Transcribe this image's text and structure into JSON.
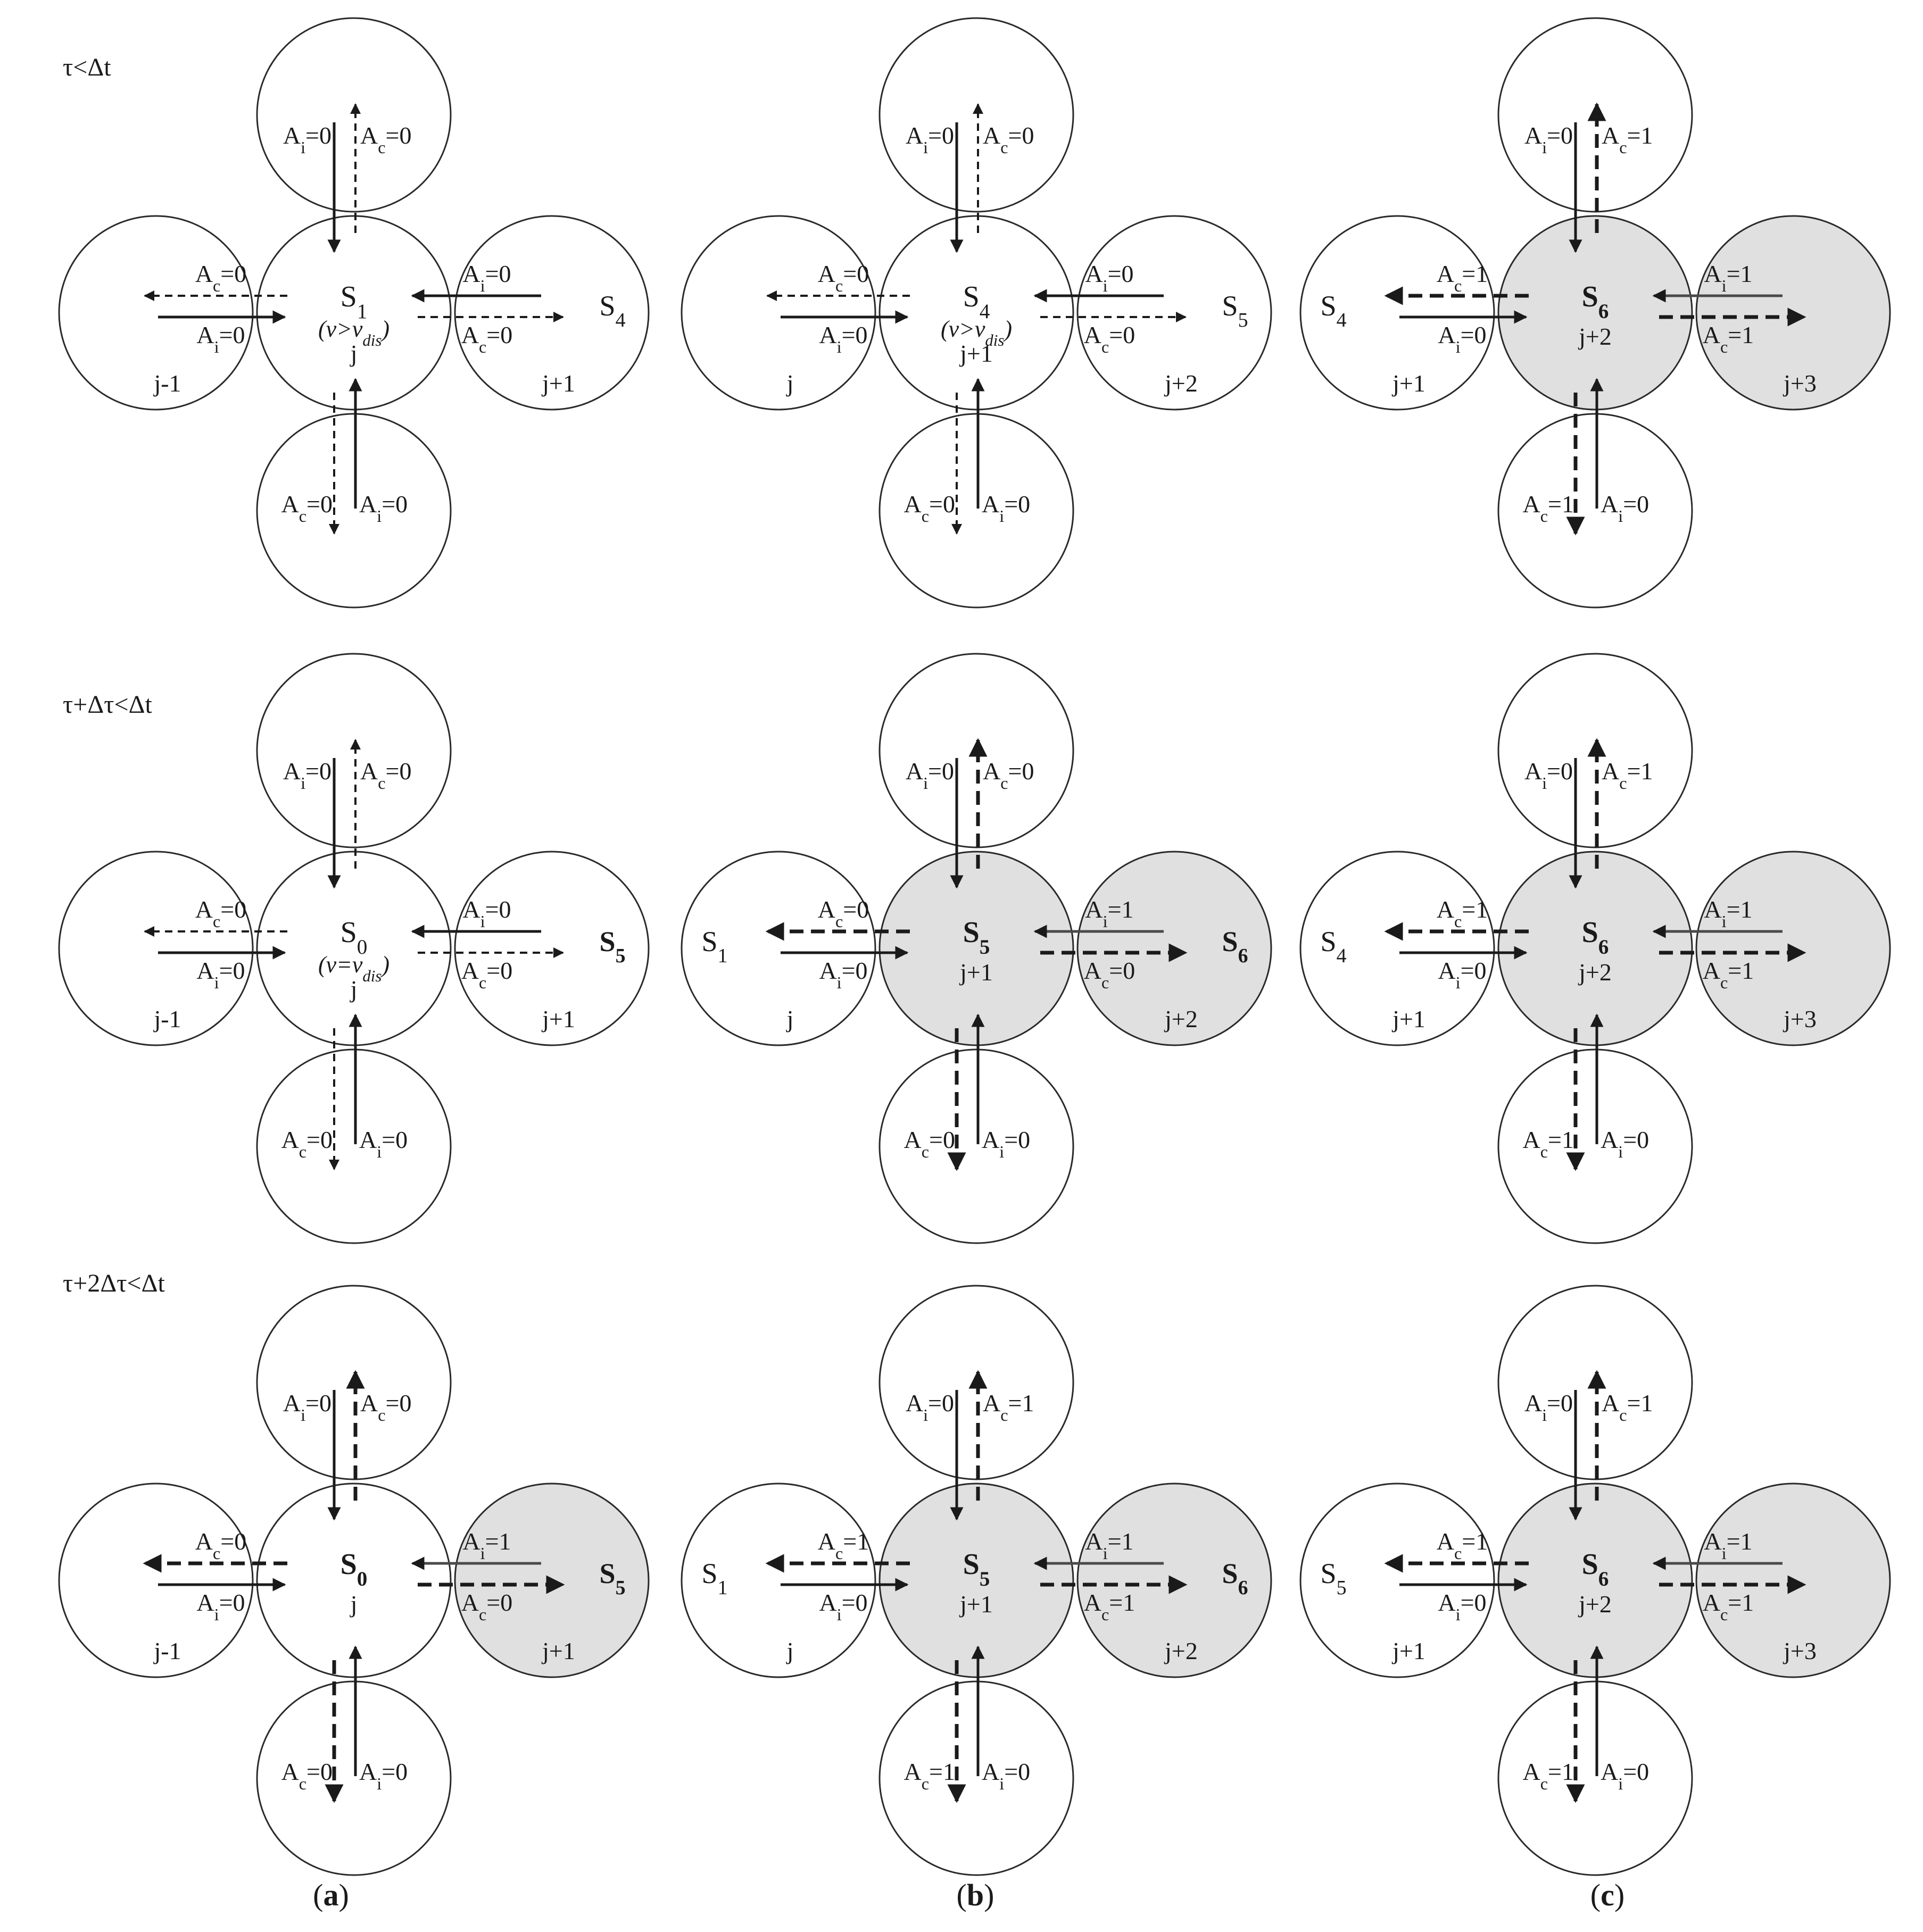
{
  "row_conditions": [
    "τ<Δt",
    "τ+Δτ<Δt",
    "τ+2Δτ<Δt"
  ],
  "panel_labels": [
    {
      "letter": "a",
      "text": "(a)"
    },
    {
      "letter": "b",
      "text": "(b)"
    },
    {
      "letter": "c",
      "text": "(c)"
    }
  ],
  "colors": {
    "shaded_cell": "#e0e0e0",
    "line": "#1a1a1a"
  },
  "cells": [
    {
      "row": 0,
      "col": 0,
      "center_state": "S1",
      "center_bold": false,
      "velocity": "(v>vdis)",
      "center_shaded": false,
      "right_shaded": false,
      "idx_center": "j",
      "idx_left": "j-1",
      "idx_right": "j+1",
      "left_state": "",
      "right_state": "S4",
      "right_state_bold": false,
      "top_Ai": "Ai=0",
      "top_Ac": "Ac=0",
      "left_Ac": "Ac=0",
      "left_Ai": "Ai=0",
      "right_Ai": "Ai=0",
      "right_Ac": "Ac=0",
      "bottom_Ac": "Ac=0",
      "bottom_Ai": "Ai=0",
      "dash_weight": "thin"
    },
    {
      "row": 0,
      "col": 1,
      "center_state": "S4",
      "center_bold": false,
      "velocity": "(v>vdis)",
      "center_shaded": false,
      "right_shaded": false,
      "idx_center": "j+1",
      "idx_left": "j",
      "idx_right": "j+2",
      "left_state": "",
      "right_state": "S5",
      "right_state_bold": false,
      "top_Ai": "Ai=0",
      "top_Ac": "Ac=0",
      "left_Ac": "Ac=0",
      "left_Ai": "Ai=0",
      "right_Ai": "Ai=0",
      "right_Ac": "Ac=0",
      "bottom_Ac": "Ac=0",
      "bottom_Ai": "Ai=0",
      "dash_weight": "thin"
    },
    {
      "row": 0,
      "col": 2,
      "center_state": "S6",
      "center_bold": true,
      "velocity": "",
      "center_shaded": true,
      "right_shaded": true,
      "idx_center": "j+2",
      "idx_left": "j+1",
      "idx_right": "j+3",
      "left_state": "S4",
      "right_state": "",
      "right_state_bold": false,
      "top_Ai": "Ai=0",
      "top_Ac": "Ac=1",
      "left_Ac": "Ac=1",
      "left_Ai": "Ai=0",
      "right_Ai": "Ai=1",
      "right_Ac": "Ac=1",
      "bottom_Ac": "Ac=1",
      "bottom_Ai": "Ai=0",
      "dash_weight": "thick"
    },
    {
      "row": 1,
      "col": 0,
      "center_state": "S0",
      "center_bold": false,
      "velocity": "(v=vdis)",
      "center_shaded": false,
      "right_shaded": false,
      "idx_center": "j",
      "idx_left": "j-1",
      "idx_right": "j+1",
      "left_state": "",
      "right_state": "S5",
      "right_state_bold": true,
      "top_Ai": "Ai=0",
      "top_Ac": "Ac=0",
      "left_Ac": "Ac=0",
      "left_Ai": "Ai=0",
      "right_Ai": "Ai=0",
      "right_Ac": "Ac=0",
      "bottom_Ac": "Ac=0",
      "bottom_Ai": "Ai=0",
      "dash_weight": "thin"
    },
    {
      "row": 1,
      "col": 1,
      "center_state": "S5",
      "center_bold": true,
      "velocity": "",
      "center_shaded": true,
      "right_shaded": true,
      "idx_center": "j+1",
      "idx_left": "j",
      "idx_right": "j+2",
      "left_state": "S1",
      "right_state": "S6",
      "right_state_bold": true,
      "top_Ai": "Ai=0",
      "top_Ac": "Ac=0",
      "left_Ac": "Ac=0",
      "left_Ai": "Ai=0",
      "right_Ai": "Ai=1",
      "right_Ac": "Ac=0",
      "bottom_Ac": "Ac=0",
      "bottom_Ai": "Ai=0",
      "dash_weight": "thick"
    },
    {
      "row": 1,
      "col": 2,
      "center_state": "S6",
      "center_bold": true,
      "velocity": "",
      "center_shaded": true,
      "right_shaded": true,
      "idx_center": "j+2",
      "idx_left": "j+1",
      "idx_right": "j+3",
      "left_state": "S4",
      "right_state": "",
      "right_state_bold": false,
      "top_Ai": "Ai=0",
      "top_Ac": "Ac=1",
      "left_Ac": "Ac=1",
      "left_Ai": "Ai=0",
      "right_Ai": "Ai=1",
      "right_Ac": "Ac=1",
      "bottom_Ac": "Ac=1",
      "bottom_Ai": "Ai=0",
      "dash_weight": "thick"
    },
    {
      "row": 2,
      "col": 0,
      "center_state": "S0",
      "center_bold": true,
      "velocity": "",
      "center_shaded": false,
      "right_shaded": true,
      "idx_center": "j",
      "idx_left": "j-1",
      "idx_right": "j+1",
      "left_state": "",
      "right_state": "S5",
      "right_state_bold": true,
      "top_Ai": "Ai=0",
      "top_Ac": "Ac=0",
      "left_Ac": "Ac=0",
      "left_Ai": "Ai=0",
      "right_Ai": "Ai=1",
      "right_Ac": "Ac=0",
      "bottom_Ac": "Ac=0",
      "bottom_Ai": "Ai=0",
      "dash_weight": "thick"
    },
    {
      "row": 2,
      "col": 1,
      "center_state": "S5",
      "center_bold": true,
      "velocity": "",
      "center_shaded": true,
      "right_shaded": true,
      "idx_center": "j+1",
      "idx_left": "j",
      "idx_right": "j+2",
      "left_state": "S1",
      "right_state": "S6",
      "right_state_bold": true,
      "top_Ai": "Ai=0",
      "top_Ac": "Ac=1",
      "left_Ac": "Ac=1",
      "left_Ai": "Ai=0",
      "right_Ai": "Ai=1",
      "right_Ac": "Ac=1",
      "bottom_Ac": "Ac=1",
      "bottom_Ai": "Ai=0",
      "dash_weight": "thick"
    },
    {
      "row": 2,
      "col": 2,
      "center_state": "S6",
      "center_bold": true,
      "velocity": "",
      "center_shaded": true,
      "right_shaded": true,
      "idx_center": "j+2",
      "idx_left": "j+1",
      "idx_right": "j+3",
      "left_state": "S5",
      "right_state": "",
      "right_state_bold": false,
      "top_Ai": "Ai=0",
      "top_Ac": "Ac=1",
      "left_Ac": "Ac=1",
      "left_Ai": "Ai=0",
      "right_Ai": "Ai=1",
      "right_Ac": "Ac=1",
      "bottom_Ac": "Ac=1",
      "bottom_Ai": "Ai=0",
      "dash_weight": "thick"
    }
  ]
}
